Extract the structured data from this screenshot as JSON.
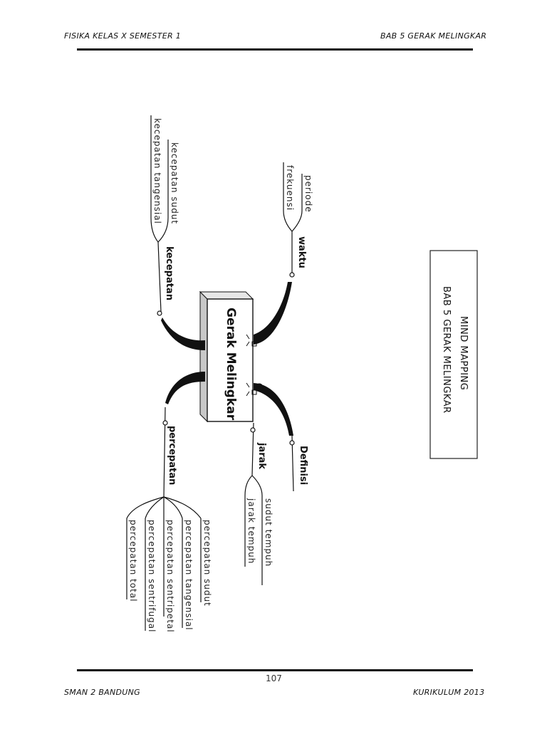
{
  "header": {
    "left": "FISIKA KELAS X SEMESTER 1",
    "right": "BAB 5  GERAK MELINGKAR"
  },
  "footer": {
    "page_number": "107",
    "left": "SMAN 2 BANDUNG",
    "right": "KURIKULUM 2013"
  },
  "title_box": {
    "line1": "MIND MAPPING",
    "line2": "BAB 5 GERAK MELINGKAR"
  },
  "mindmap": {
    "center": "Gerak Melingkar",
    "branches": {
      "kecepatan": {
        "label": "kecepatan",
        "children": [
          "kecepatan sudut",
          "kecepatan tangensial"
        ]
      },
      "waktu": {
        "label": "waktu",
        "children": [
          "periode",
          "frekuensi"
        ]
      },
      "definisi": {
        "label": "Definisi"
      },
      "jarak": {
        "label": "jarak",
        "children": [
          "sudut tempuh",
          "jarak tempuh"
        ]
      },
      "percepatan": {
        "label": "percepatan",
        "children": [
          "percepatan sudut",
          "percepatan tangensial",
          "percepatan sentripetal",
          "percepatan sentrifugal",
          "percepatan total"
        ]
      }
    }
  }
}
